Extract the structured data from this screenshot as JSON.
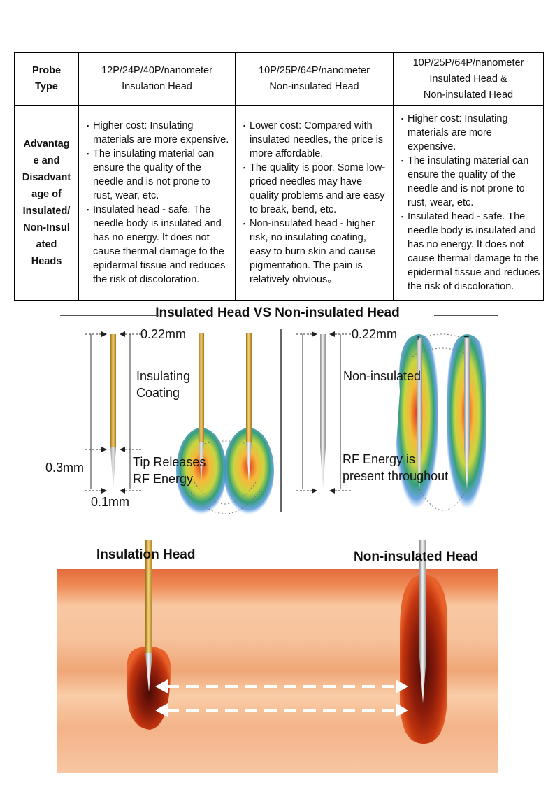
{
  "table": {
    "headers": [
      "Probe Type",
      "12P/24P/40P/nanometer Insulation Head",
      "10P/25P/64P/nanometer Non-insulated Head",
      "10P/25P/64P/nanometer Insulated Head & Non-insulated Head"
    ],
    "header_lines": [
      [
        "Probe",
        "Type"
      ],
      [
        "12P/24P/40P/nanometer",
        "Insulation Head"
      ],
      [
        "10P/25P/64P/nanometer",
        "Non-insulated Head"
      ],
      [
        "10P/25P/64P/nanometer",
        "Insulated Head &",
        "Non-insulated Head"
      ]
    ],
    "row_label_lines": [
      "Advantag",
      "e and",
      "Disadvant",
      "age of",
      "Insulated/",
      "Non-Insul",
      "ated",
      "Heads"
    ],
    "col1_points": [
      "Higher cost: Insulating materials are more expensive.",
      "The insulating material can ensure the quality of the needle and is not prone to rust, wear, etc.",
      "Insulated head - safe. The needle body is insulated and has no energy. It does not cause thermal damage to the epidermal tissue and reduces the risk of discoloration."
    ],
    "col2_points": [
      "Lower cost: Compared with insulated needles, the price is more affordable.",
      "The quality is poor. Some low-priced needles may have quality problems and are easy to break, bend, etc.",
      "Non-insulated head - higher risk, no insulating coating, easy to burn skin and cause pigmentation. The pain is relatively obvious。"
    ],
    "col3_points": [
      "Higher cost: Insulating materials are more expensive.",
      "The insulating material can ensure the quality of the needle and is not prone to rust, wear, etc.",
      "Insulated head - safe. The needle body is insulated and has no energy. It does not cause thermal damage to the epidermal tissue and reduces the risk of discoloration."
    ]
  },
  "figure": {
    "title": "Insulated Head VS Non-insulated Head",
    "left_dim_top": "0.22mm",
    "left_dim_side": "0.3mm",
    "left_dim_bottom": "0.1mm",
    "coating_line1": "Insulating",
    "coating_line2": "Coating",
    "tip_line1": "Tip Releases",
    "tip_line2": "RF Energy",
    "right_dim_top": "0.22mm",
    "non_insulated_label": "Non-insulated",
    "rf_line1": "RF Energy is",
    "rf_line2": "present throughout",
    "plus_sign": "+",
    "minus_sign": "−"
  },
  "skin": {
    "left_label": "Insulation Head",
    "right_label": "Non-insulated Head"
  },
  "colors": {
    "gold": "#d4a53a",
    "silver": "#b8b8b8",
    "skin_light": "#f6c7a0",
    "skin_dark": "#d9683a",
    "burn": "#8e1d0b"
  }
}
